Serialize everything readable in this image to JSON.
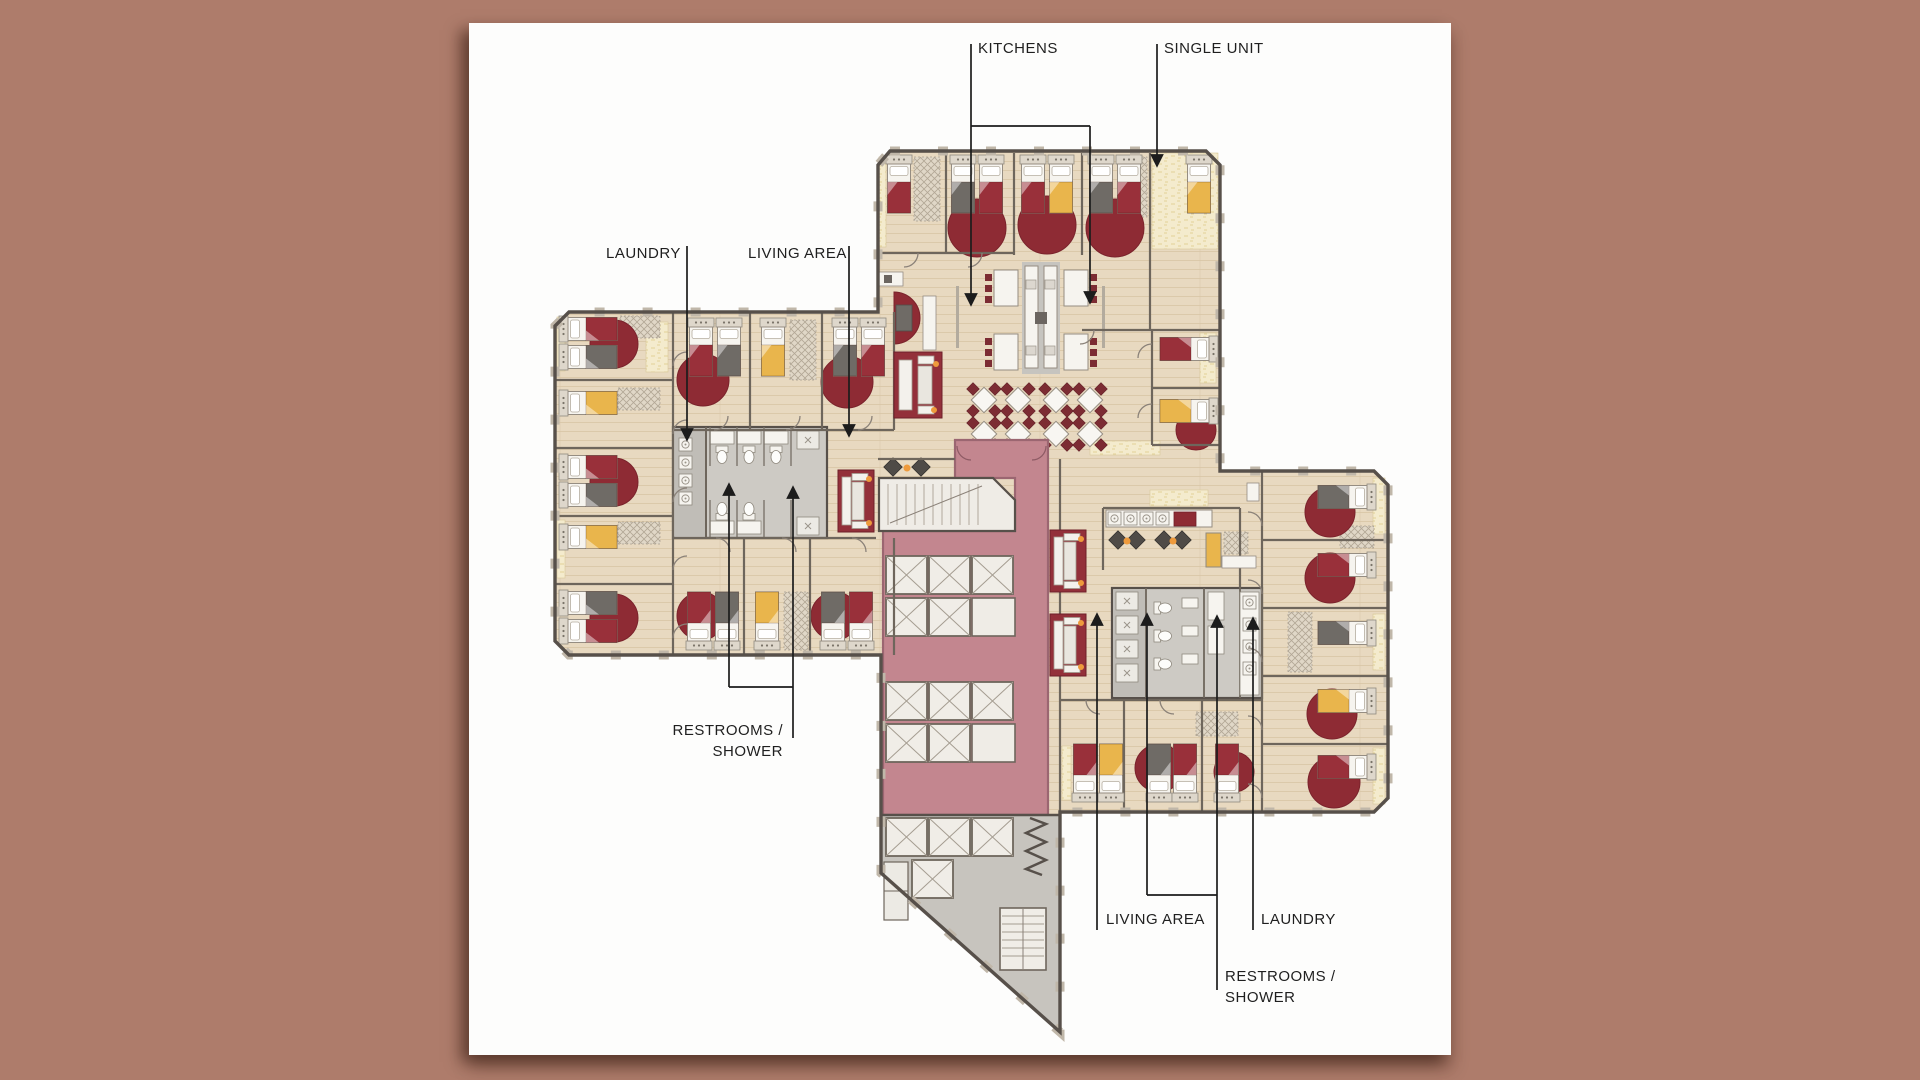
{
  "plan": {
    "type": "residential dormitory floor plan",
    "wings": [
      "top wing",
      "left wing",
      "right wing",
      "elevator core"
    ],
    "room_types_annotated": [
      "KITCHENS",
      "SINGLE UNIT",
      "LAUNDRY",
      "LIVING AREA",
      "RESTROOMS / SHOWER"
    ]
  },
  "annotations": {
    "kitchens": {
      "text": "KITCHENS"
    },
    "single_unit": {
      "text": "SINGLE UNIT"
    },
    "laundry_left": {
      "text": "LAUNDRY"
    },
    "living_area_left": {
      "text": "LIVING AREA"
    },
    "restrooms_shower_left": {
      "line1": "RESTROOMS /",
      "line2": "SHOWER"
    },
    "living_area_right": {
      "text": "LIVING AREA"
    },
    "laundry_right": {
      "text": "LAUNDRY"
    },
    "restrooms_shower_right": {
      "line1": "RESTROOMS /",
      "line2": "SHOWER"
    }
  },
  "palette": {
    "background": "#ae7c6b",
    "sheet": "#fdfdfc",
    "floor": "#e8d9c0",
    "floor_line": "#d9c6a5",
    "wall": "#57504a",
    "wall_tab": "#c0b7a9",
    "cream": "#f4ebcd",
    "cream_mark": "#e2d098",
    "hatch_bg": "#e0d7c7",
    "hatch_line": "#b2a795",
    "block": "#cdcac4",
    "block_dark": "#c0bdb7",
    "kitchen": "#c6c4bf",
    "pink": "#c3868f",
    "pink_line": "#9b6671",
    "rug": "#8e2b34",
    "blanket_red": "#99303a",
    "blanket_gray": "#6f6b66",
    "blanket_yellow": "#e9b54c",
    "sofa": "#93303a",
    "orange": "#ee9a3c",
    "white_f": "#f6f4ef",
    "fixture": "#8f897e",
    "tri_floor": "#c7c4be",
    "box_face": "#f0ede7",
    "label_text": "#1f1f1f",
    "leader": "#1c1c1c"
  }
}
